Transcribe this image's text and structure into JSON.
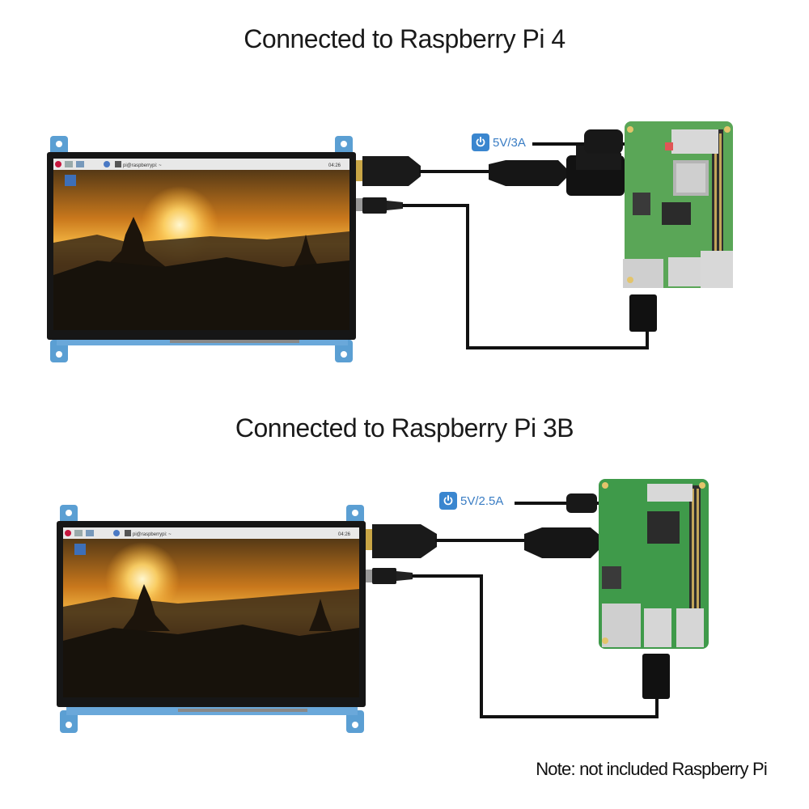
{
  "titles": {
    "top": "Connected to Raspberry Pi 4",
    "bottom": "Connected to Raspberry Pi 3B"
  },
  "power": {
    "top": "5V/3A",
    "bottom": "5V/2.5A"
  },
  "screen": {
    "prompt": "pi@raspberrypi: ~",
    "clock": "04:26"
  },
  "note": "Note: not included Raspberry Pi",
  "colors": {
    "title": "#1a1a1a",
    "power_accent": "#3a86cf",
    "pcb_pi4": "#5aa657",
    "pcb_pi3": "#3f9a4a",
    "mount_blue": "#5b9fd3",
    "cable": "#111111"
  }
}
